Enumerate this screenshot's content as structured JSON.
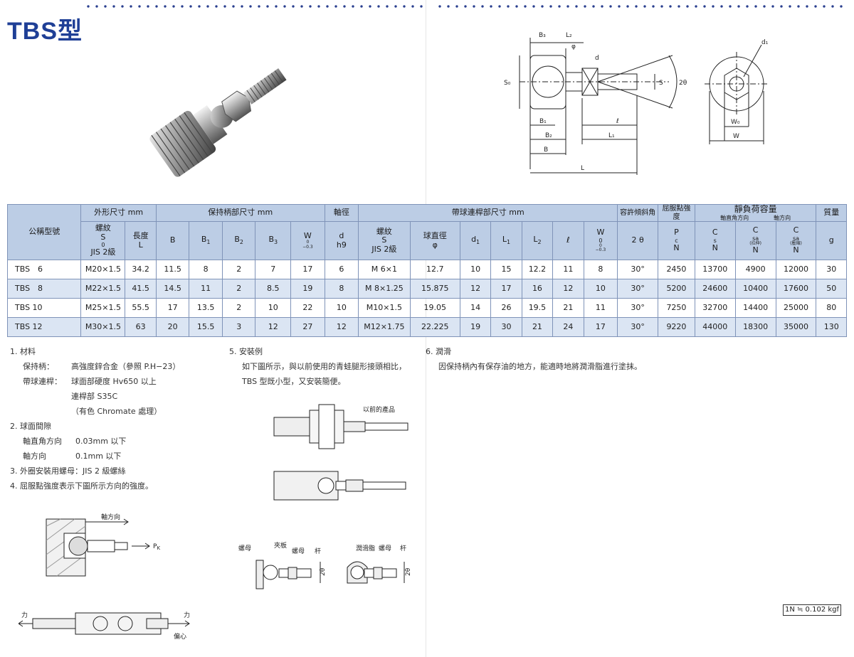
{
  "page": {
    "title": "TBS型"
  },
  "table": {
    "group_headers": {
      "outer": "外形尺寸 mm",
      "holder": "保持柄部尺寸 mm",
      "shaft": "軸徑",
      "rod": "帶球連桿部尺寸 mm",
      "tilt": "容許傾斜角",
      "yield": "屈服點強度",
      "static": "靜負荷容量",
      "static_radial": "軸直角方向",
      "static_axial": "軸方向",
      "mass": "質量"
    },
    "col_headers": {
      "model": "公稱型號",
      "thread_s0_a": "螺紋",
      "thread_s0_b": "S",
      "thread_s0_sub": "0",
      "thread_s0_c": "JIS 2級",
      "length_a": "長度",
      "length_b": "L",
      "B": "B",
      "B1": "B",
      "B1_sub": "1",
      "B2": "B",
      "B2_sub": "2",
      "B3": "B",
      "B3_sub": "3",
      "W": "W",
      "W_tol_top": "0",
      "W_tol_bot": "−0.3",
      "d": "d",
      "d_unit": "h9",
      "rod_thread_a": "螺紋",
      "rod_thread_b": "S",
      "rod_thread_c": "JIS 2級",
      "ball_a": "球直徑",
      "ball_b": "φ",
      "d1": "d",
      "d1_sub": "1",
      "L1": "L",
      "L1_sub": "1",
      "L2": "L",
      "L2_sub": "2",
      "ell": "ℓ",
      "W0": "W",
      "W0_sub": "0",
      "W0_tol_top": "0",
      "W0_tol_bot": "−0.3",
      "two_theta": "2 θ",
      "Pc": "P",
      "Pc_sub": "c",
      "Pc_unit": "N",
      "Cs": "C",
      "Cs_sub": "s",
      "Cs_unit": "N",
      "Csa1": "C",
      "Csa1_sub": "sa",
      "Csa1_note": "(拉伸)",
      "Csa1_unit": "N",
      "Csa2": "C",
      "Csa2_sub": "sa",
      "Csa2_note": "(壓縮)",
      "Csa2_unit": "N",
      "mass_unit": "g"
    },
    "rows": [
      [
        "TBS　6",
        "M20×1.5",
        "34.2",
        "11.5",
        "8",
        "2",
        "7",
        "17",
        "6",
        "M 6×1",
        "12.7",
        "10",
        "15",
        "12.2",
        "11",
        "8",
        "30°",
        "2450",
        "13700",
        "4900",
        "12000",
        "30"
      ],
      [
        "TBS　8",
        "M22×1.5",
        "41.5",
        "14.5",
        "11",
        "2",
        "8.5",
        "19",
        "8",
        "M 8×1.25",
        "15.875",
        "12",
        "17",
        "16",
        "12",
        "10",
        "30°",
        "5200",
        "24600",
        "10400",
        "17600",
        "50"
      ],
      [
        "TBS 10",
        "M25×1.5",
        "55.5",
        "17",
        "13.5",
        "2",
        "10",
        "22",
        "10",
        "M10×1.5",
        "19.05",
        "14",
        "26",
        "19.5",
        "21",
        "11",
        "30°",
        "7250",
        "32700",
        "14400",
        "25000",
        "80"
      ],
      [
        "TBS 12",
        "M30×1.5",
        "63",
        "20",
        "15.5",
        "3",
        "12",
        "27",
        "12",
        "M12×1.75",
        "22.225",
        "19",
        "30",
        "21",
        "24",
        "17",
        "30°",
        "9220",
        "44000",
        "18300",
        "35000",
        "130"
      ]
    ]
  },
  "notes_left": {
    "n1_title": "1. 材料",
    "n1_holder_label": "保持柄：",
    "n1_holder_value": "高強度鋅合金（參照 P.H−23）",
    "n1_rod_label": "帶球連桿：",
    "n1_rod_value1": "球面部硬度 Hv650 以上",
    "n1_rod_value2": "連桿部 S35C",
    "n1_rod_value3": "（有色 Chromate 處理）",
    "n2_title": "2. 球面間隙",
    "n2_radial_label": "軸直角方向",
    "n2_radial_value": "0.03mm 以下",
    "n2_axial_label": "軸方向",
    "n2_axial_value": "0.1mm 以下",
    "n3": "3. 外圈安裝用螺母：JIS 2 級螺絲",
    "n4": "4. 屈服點強度表示下圖所示方向的強度。"
  },
  "notes_mid": {
    "n5_title": "5. 安裝例",
    "n5_line1": "如下圖所示，與以前使用的青蛙腿形接頭相比，",
    "n5_line2": "TBS 型既小型，又安裝簡便。"
  },
  "notes_right": {
    "n6_title": "6. 潤滑",
    "n6_line1": "因保持柄內有保存油的地方，能適時地將潤滑脂進行塗抹。"
  },
  "figure_labels": {
    "axial_dir": "軸方向",
    "pk": "P",
    "pk_sub": "K",
    "old_product": "以前的產品",
    "nut1": "螺母",
    "clamp": "夾板",
    "nut2": "螺母",
    "rod1": "杆",
    "grease": "潤滑脂",
    "nut3": "螺母",
    "rod2": "杆",
    "two_theta": "2θ",
    "force_left": "力",
    "force_right": "力",
    "eccentric": "偏心"
  },
  "dim_labels": {
    "B3": "B₃",
    "L2": "L₂",
    "phi": "φ",
    "d": "d",
    "S0": "S₀",
    "S": "S",
    "two_theta": "2θ",
    "B1": "B₁",
    "B2": "B₂",
    "B": "B",
    "ell": "ℓ",
    "L1": "L₁",
    "L": "L",
    "d1": "d₁",
    "W0": "W₀",
    "W": "W"
  },
  "unit_note": "1N ≒ 0.102 kgf"
}
